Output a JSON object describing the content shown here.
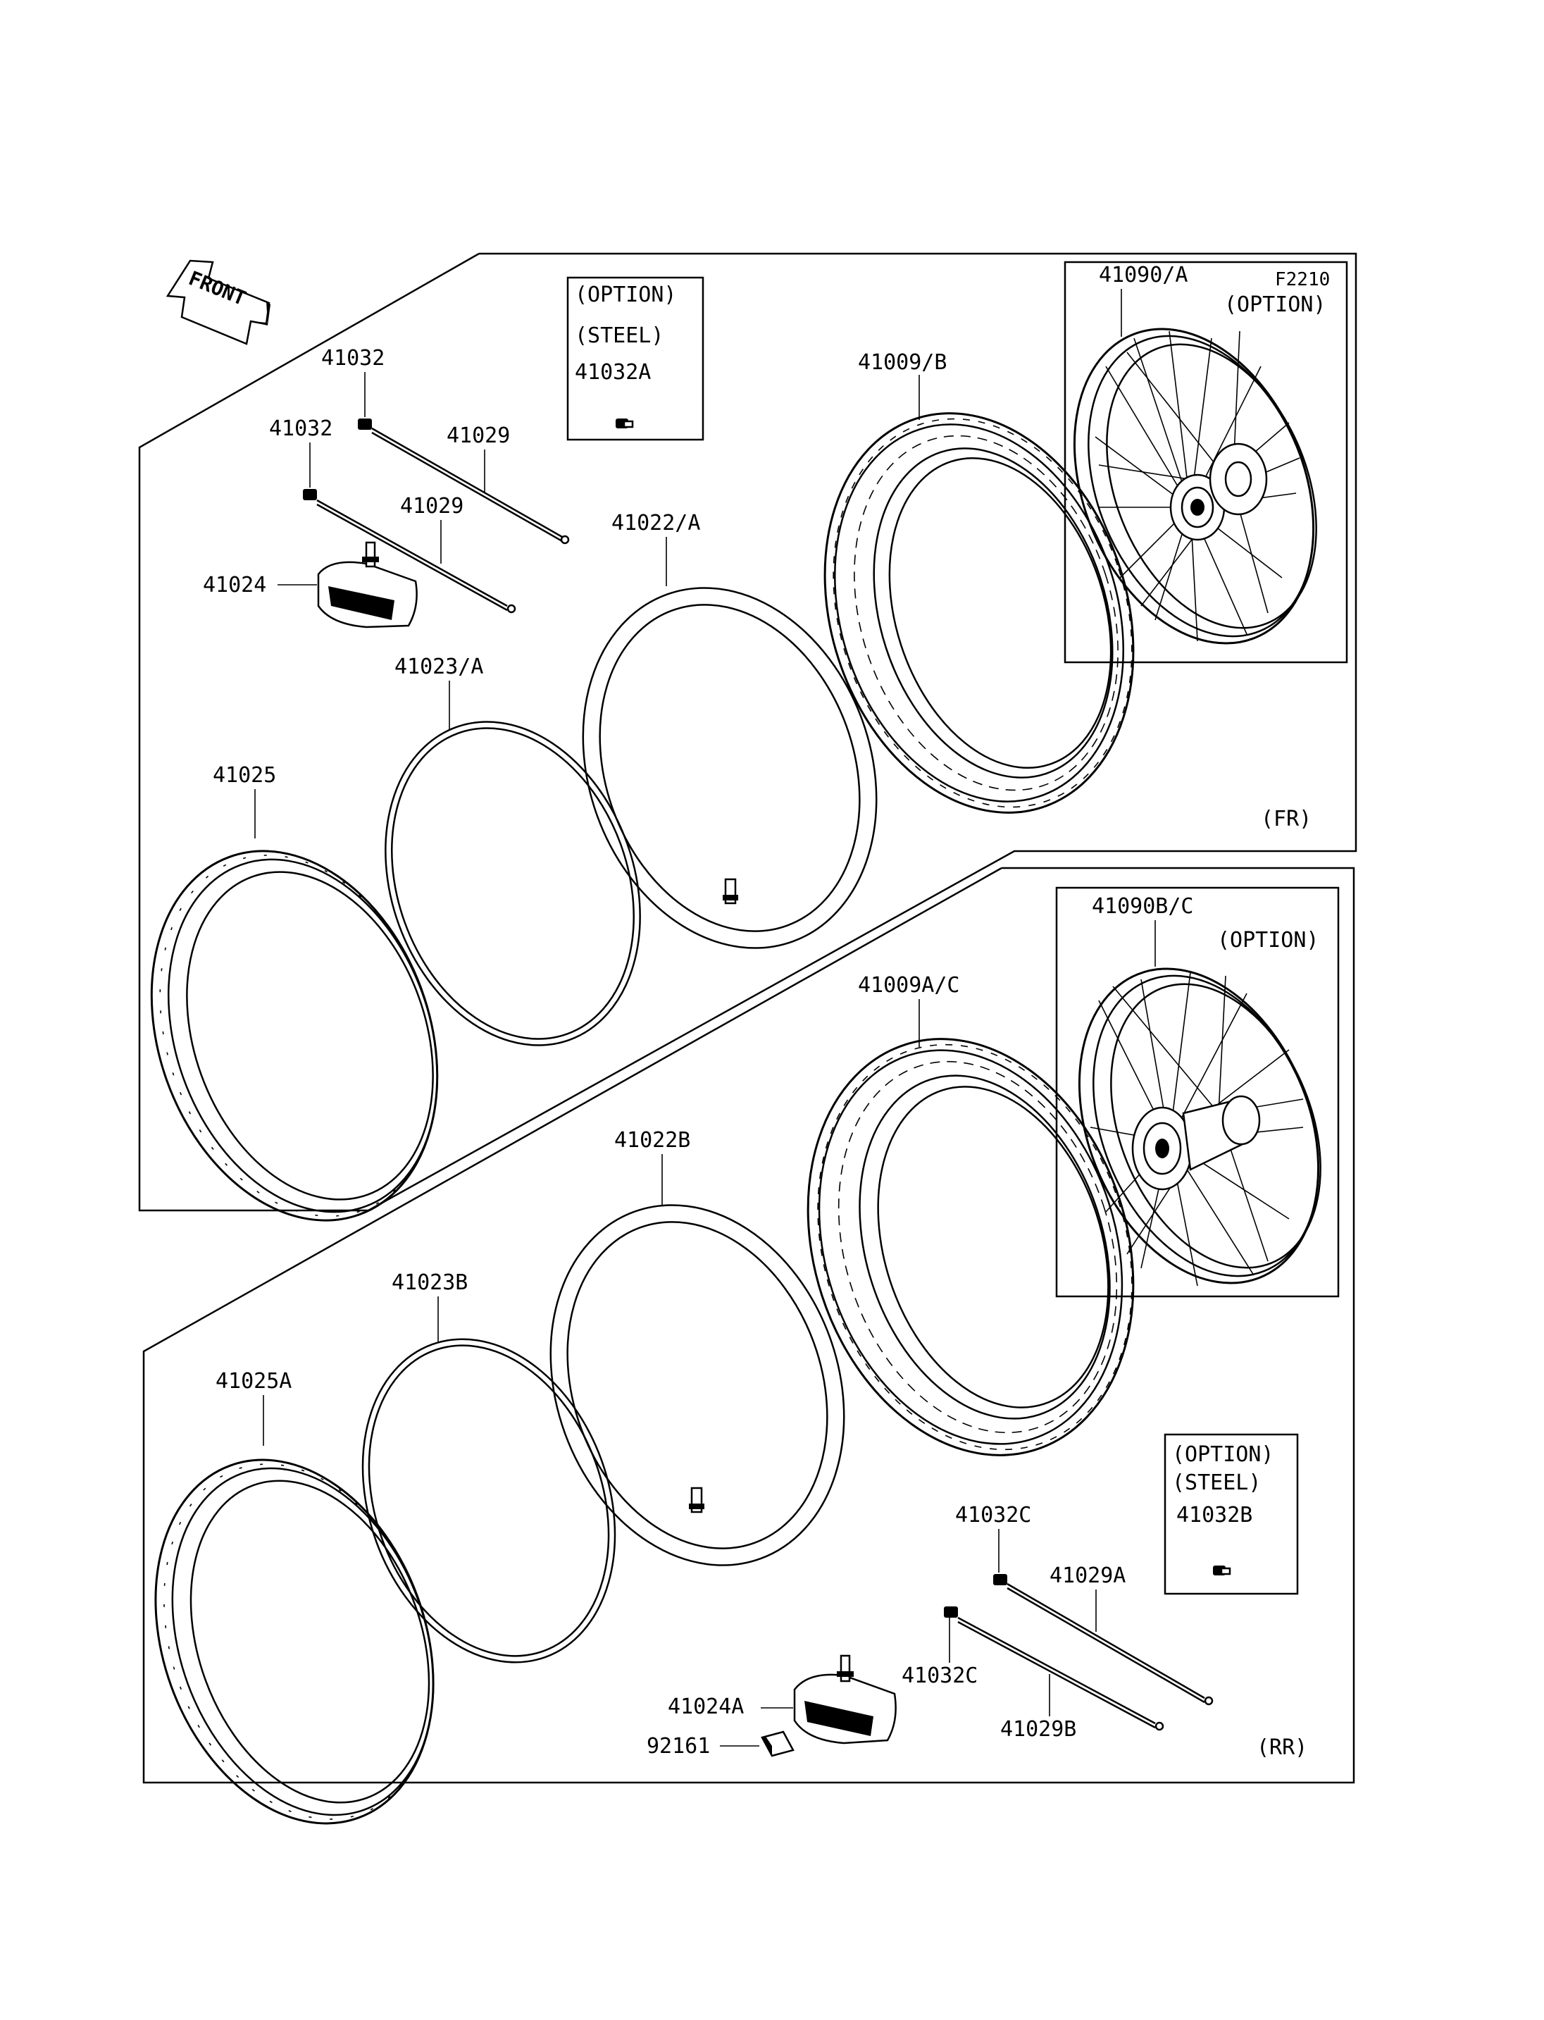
{
  "figure_code": "F2210",
  "front_arrow_label": "FRONT",
  "sections": {
    "front": {
      "label": "(FR)",
      "option_box": {
        "line1": "(OPTION)",
        "line2": "(STEEL)",
        "part": "41032A"
      },
      "wheel_option_label": "(OPTION)",
      "parts": {
        "wheel_assy": "41090/A",
        "tire": "41009/B",
        "tube": "41022/A",
        "rim_band": "41023/A",
        "rim": "41025",
        "rim_lock": "41024",
        "spoke_upper": "41029",
        "spoke_lower": "41029",
        "nipple_upper": "41032",
        "nipple_lower": "41032"
      }
    },
    "rear": {
      "label": "(RR)",
      "option_box": {
        "line1": "(OPTION)",
        "line2": "(STEEL)",
        "part": "41032B"
      },
      "wheel_option_label": "(OPTION)",
      "parts": {
        "wheel_assy": "41090B/C",
        "tire": "41009A/C",
        "tube": "41022B",
        "rim_band": "41023B",
        "rim": "41025A",
        "rim_lock": "41024A",
        "rim_lock_rubber": "92161",
        "spoke_upper": "41029A",
        "spoke_lower": "41029B",
        "nipple_upper": "41032C",
        "nipple_lower": "41032C"
      }
    }
  }
}
